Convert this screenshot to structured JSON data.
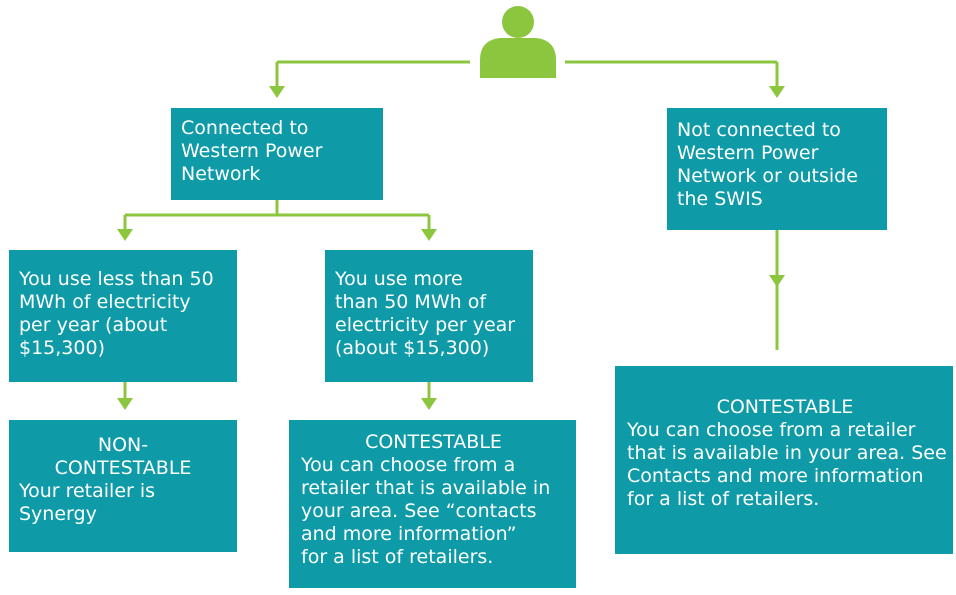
{
  "colors": {
    "box": "#0e9aa7",
    "connector": "#8cc63f",
    "text": "#ffffff",
    "icon": "#8cc63f"
  },
  "icon": "person-icon",
  "boxes": {
    "connected": {
      "lines": [
        "Connected to",
        "Western Power",
        "Network"
      ]
    },
    "not_connected": {
      "lines": [
        "Not connected to",
        "Western Power",
        "Network or outside",
        "the SWIS"
      ]
    },
    "less_than": {
      "lines": [
        "You use less than 50",
        "MWh of electricity",
        "per year (about",
        "$15,300)"
      ]
    },
    "more_than": {
      "lines": [
        "You use more",
        "than 50 MWh of",
        "electricity per year",
        "(about $15,300)"
      ]
    },
    "non_contestable": {
      "heading": [
        "NON-",
        "CONTESTABLE"
      ],
      "lines": [
        "Your retailer is",
        "Synergy"
      ]
    },
    "contestable_mid": {
      "heading": [
        "CONTESTABLE"
      ],
      "lines": [
        "You can choose from a",
        "retailer that is available in",
        "your area. See “contacts",
        "and more information”",
        "for a list of retailers."
      ]
    },
    "contestable_right": {
      "heading": [
        "CONTESTABLE"
      ],
      "lines": [
        "You can choose from a retailer",
        "that is available in your area. See",
        "Contacts and more information",
        "for a list of retailers."
      ]
    }
  }
}
